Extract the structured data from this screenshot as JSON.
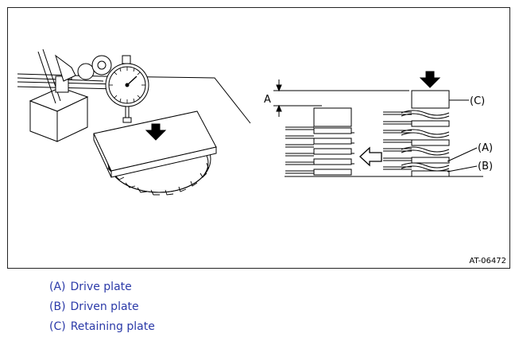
{
  "figure": {
    "id": "AT-06472",
    "labels": {
      "a": "(A)",
      "b": "(B)",
      "c": "(C)",
      "clearance": "A"
    }
  },
  "legend": [
    {
      "letter": "(A)",
      "text": "Drive plate"
    },
    {
      "letter": "(B)",
      "text": "Driven plate"
    },
    {
      "letter": "(C)",
      "text": "Retaining plate"
    }
  ],
  "colors": {
    "legend_text": "#2b3aa8",
    "line": "#000000"
  }
}
